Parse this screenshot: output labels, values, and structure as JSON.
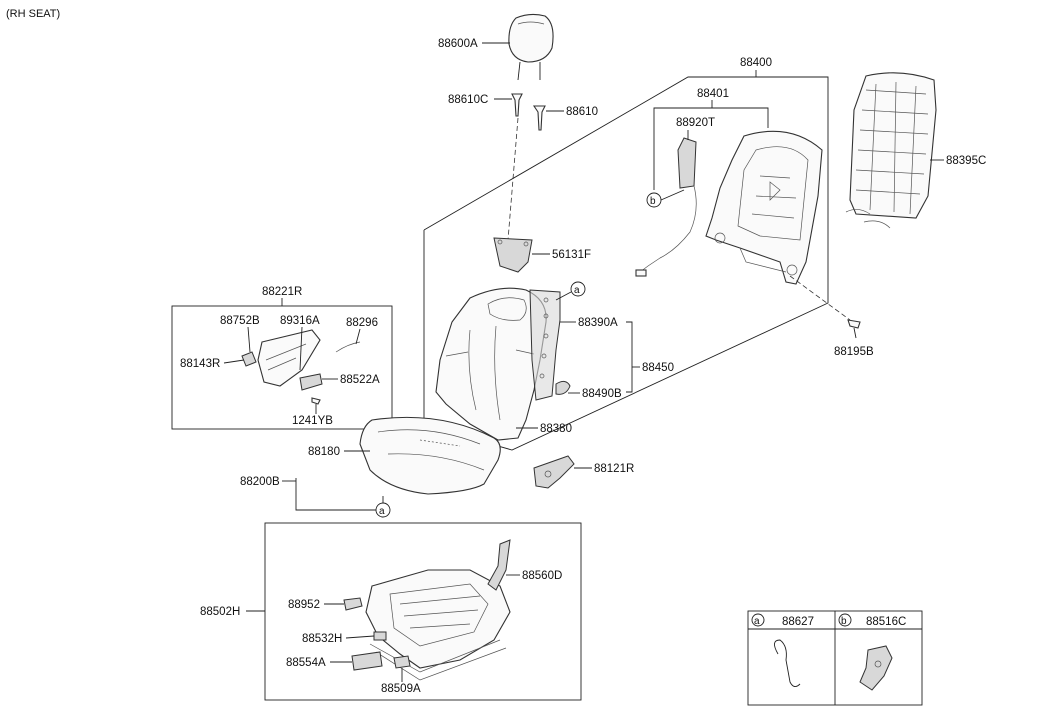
{
  "header": {
    "title": "(RH SEAT)"
  },
  "labels": {
    "p88600A": "88600A",
    "p88610C": "88610C",
    "p88610": "88610",
    "p88400": "88400",
    "p88401": "88401",
    "p88920T": "88920T",
    "p88395C": "88395C",
    "p56131F": "56131F",
    "p88221R": "88221R",
    "p88752B": "88752B",
    "p89316A": "89316A",
    "p88296": "88296",
    "p88143R": "88143R",
    "p88522A": "88522A",
    "p1241YB": "1241YB",
    "p88390A": "88390A",
    "p88450": "88450",
    "p88490B": "88490B",
    "p88380": "88380",
    "p88195B": "88195B",
    "p88180": "88180",
    "p88200B": "88200B",
    "p88121R": "88121R",
    "p88560D": "88560D",
    "p88502H": "88502H",
    "p88952": "88952",
    "p88532H": "88532H",
    "p88554A": "88554A",
    "p88509A": "88509A"
  },
  "callouts": {
    "a": "a",
    "b": "b"
  },
  "legend": {
    "a_letter": "a",
    "a_part": "88627",
    "b_letter": "b",
    "b_part": "88516C"
  }
}
